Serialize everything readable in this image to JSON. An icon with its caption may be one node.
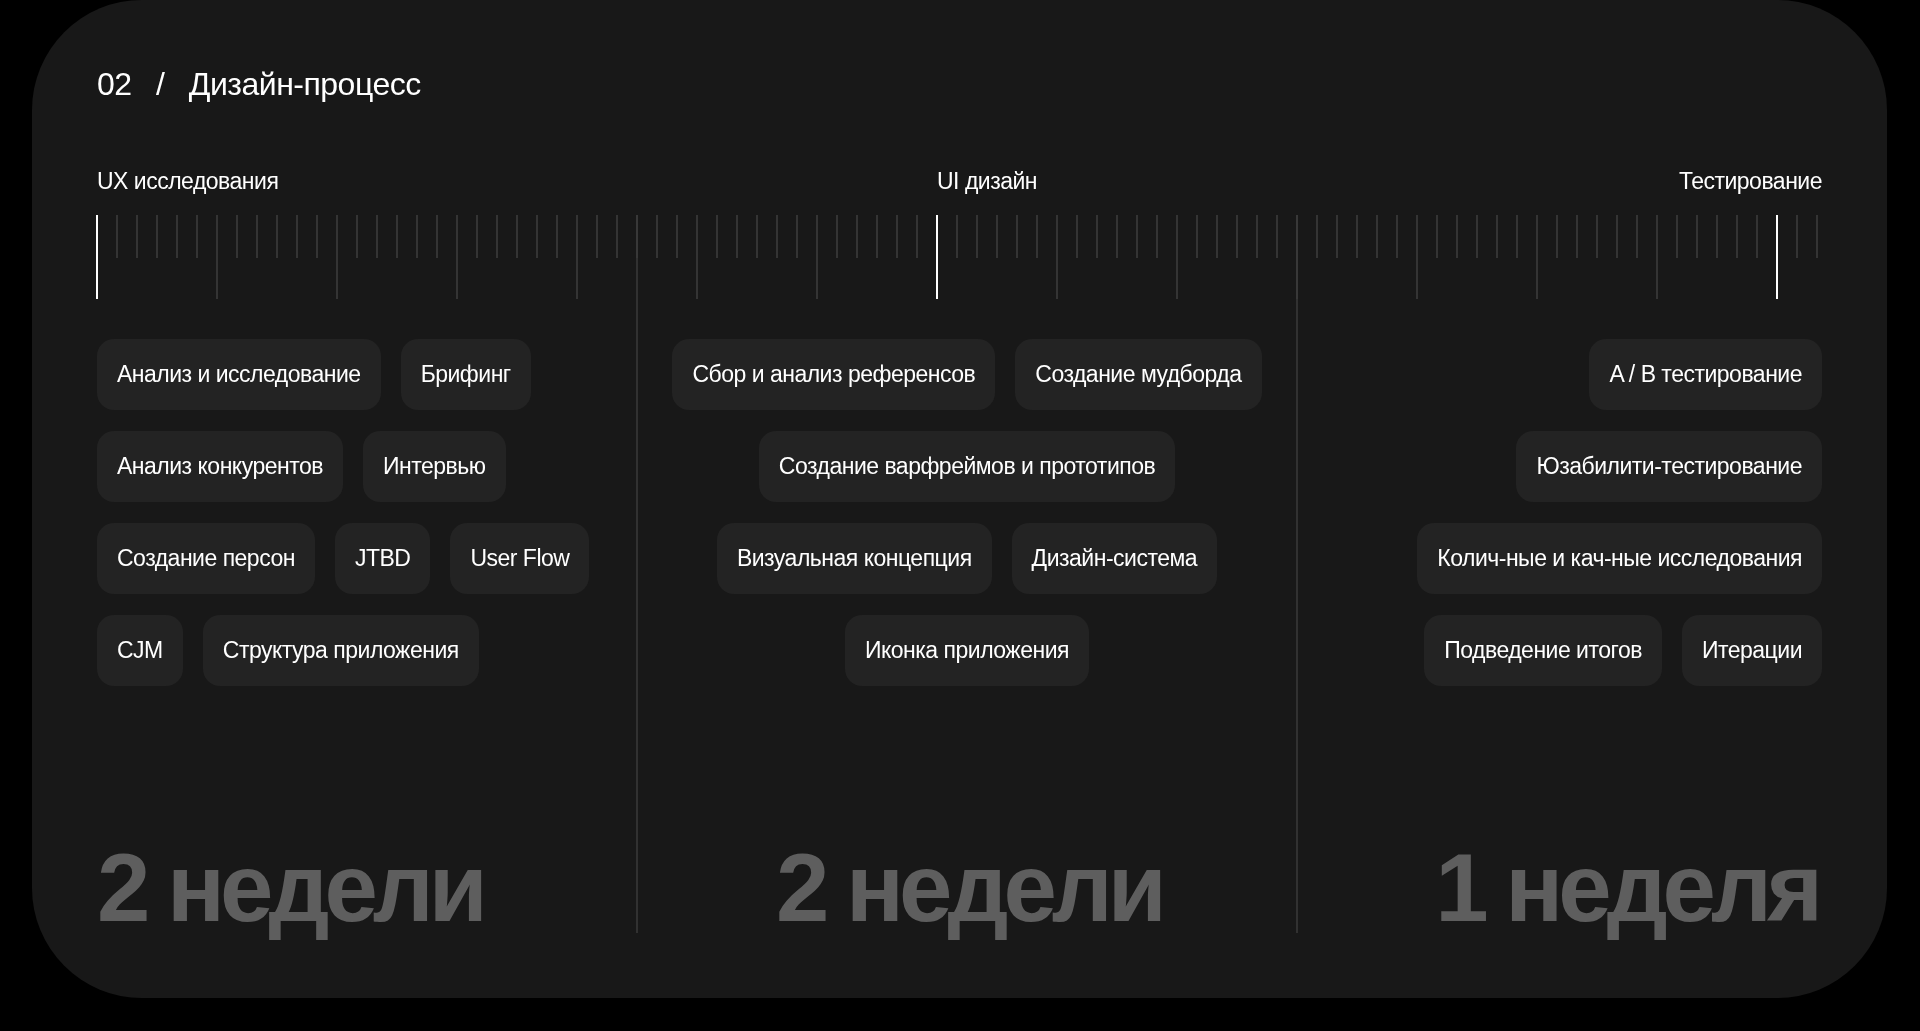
{
  "diagram": {
    "title": "02 / Дизайн-процесс",
    "nodes": [
      {
        "text": [
          "Анализ и исследование"
        ]
      },
      {
        "text": [
          "Брифинг"
        ]
      },
      {
        "text": [
          "Анализ конкурентов"
        ]
      },
      {
        "text": [
          "Интервью"
        ]
      },
      {
        "text": [
          "Создание персон"
        ]
      },
      {
        "text": [
          "JTBD"
        ]
      },
      {
        "text": [
          "User Flow"
        ]
      },
      {
        "text": [
          "CJM"
        ]
      },
      {
        "text": [
          "Структура приложения"
        ]
      },
      {
        "text": [
          "Сбор и анализ референсов"
        ]
      },
      {
        "text": [
          "Создание мудборда"
        ]
      },
      {
        "text": [
          "Создание варфреймов и прототипов"
        ]
      },
      {
        "text": [
          "Визуальная концепция"
        ]
      },
      {
        "text": [
          "Дизайн-система"
        ]
      },
      {
        "text": [
          "Иконка приложения"
        ]
      },
      {
        "text": [
          "A / B тестирование"
        ]
      },
      {
        "text": [
          "Юзабилити-тестирование"
        ]
      },
      {
        "text": [
          "Колич-ные и кач-ные исследования"
        ]
      },
      {
        "text": [
          "Подведение итогов"
        ]
      },
      {
        "text": [
          "Итерации"
        ]
      }
    ],
    "labels": [
      "UX исследования",
      "UI дизайн",
      "Тестирование",
      "2 недели",
      "2 недели",
      "1 неделя"
    ]
  }
}
